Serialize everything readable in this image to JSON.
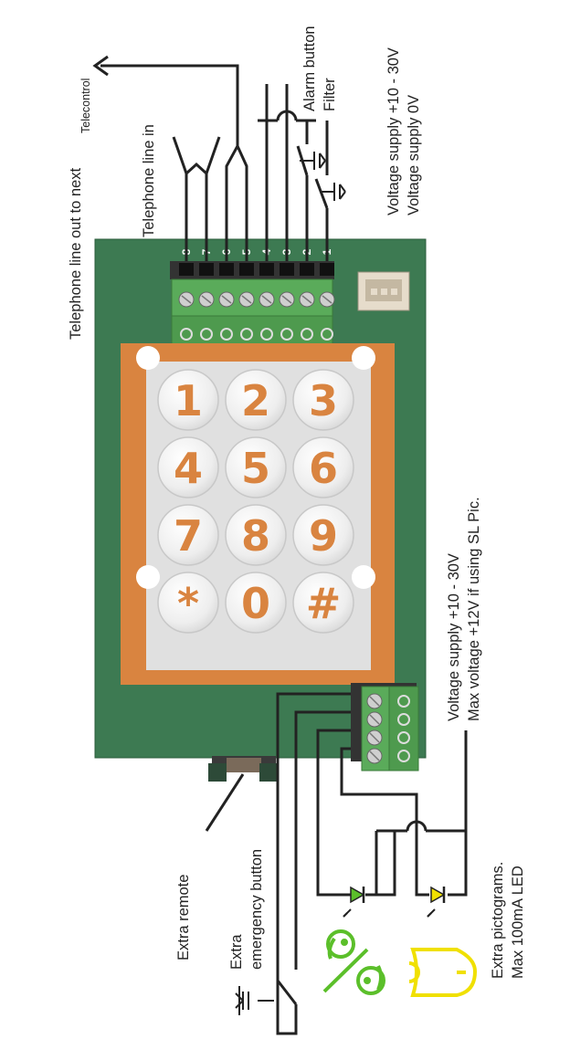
{
  "labels": {
    "telephone_out": "Telephone line out to next",
    "telecontrol": "Telecontrol",
    "telephone_in": "Telephone line in",
    "alarm_button": "Alarm button",
    "filter": "Filter",
    "supply_top_1": "Voltage supply +10 - 30V",
    "supply_top_2": "Voltage supply 0V",
    "supply_side_1": "Voltage supply +10 - 30V",
    "supply_side_2": "Max voltage +12V if using SL Pic.",
    "extra_remote": "Extra remote",
    "extra_emergency_1": "Extra",
    "extra_emergency_2": "emergency button",
    "pictograms_1": "Extra pictograms.",
    "pictograms_2": "Max 100mA LED"
  },
  "terminal_pins": [
    "8",
    "7",
    "6",
    "5",
    "4",
    "3",
    "2",
    "1"
  ],
  "keypad": [
    "1",
    "2",
    "3",
    "4",
    "5",
    "6",
    "7",
    "8",
    "9",
    "*",
    "0",
    "#"
  ],
  "colors": {
    "pcb": "#3d7a52",
    "frame": "#d98440",
    "keys": "#ededed",
    "terminal": "#5aab5a",
    "led_green": "#5bbf2a",
    "led_yellow": "#f0e000"
  },
  "icons": [
    "alarm-switch-icon",
    "filter-switch-icon",
    "emergency-switch-icon",
    "green-led-icon",
    "yellow-led-icon",
    "person-pictogram-icon",
    "bell-pictogram-icon"
  ]
}
